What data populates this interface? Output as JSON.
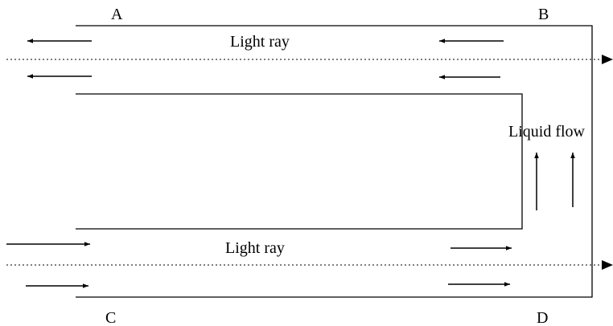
{
  "diagram": {
    "corner_labels": {
      "a": "A",
      "b": "B",
      "c": "C",
      "d": "D"
    },
    "top_channel_label": "Light ray",
    "bottom_channel_label": "Light ray",
    "flow_label": "Liquid flow",
    "colors": {
      "stroke": "#000000",
      "background": "#ffffff"
    }
  }
}
